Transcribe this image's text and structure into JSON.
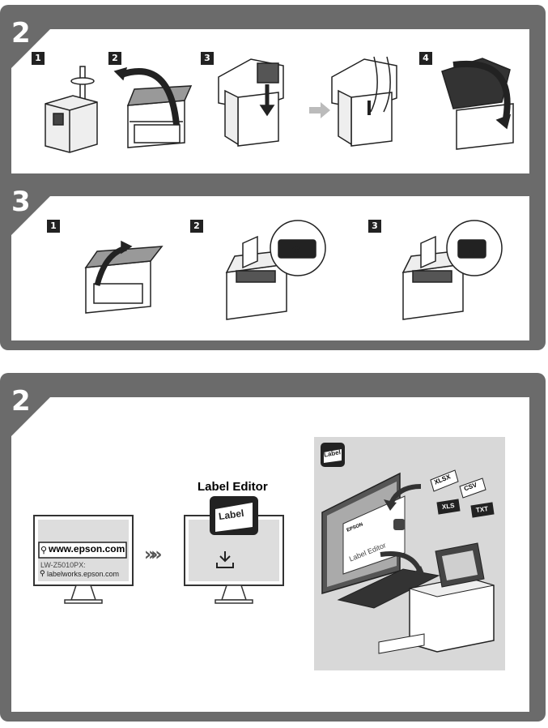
{
  "sections": [
    {
      "number": "2",
      "steps": [
        "1",
        "2",
        "3",
        "4"
      ]
    },
    {
      "number": "3",
      "steps": [
        "1",
        "2",
        "3"
      ]
    },
    {
      "number": "2"
    }
  ],
  "monitor_left": {
    "url": "www.epson.com",
    "model": "LW-Z5010PX:",
    "url2": "labelworks.epson.com"
  },
  "label_editor": {
    "title": "Label Editor",
    "app_icon_text": "Label"
  },
  "illustration": {
    "app_icon_text": "Label",
    "brand": "EPSON",
    "window_title": "Label Editor",
    "file_types": [
      "XLSX",
      "CSV",
      "XLS",
      "TXT"
    ]
  },
  "colors": {
    "panel": "#6b6b6b",
    "illustration_bg": "#d8d8d8"
  }
}
